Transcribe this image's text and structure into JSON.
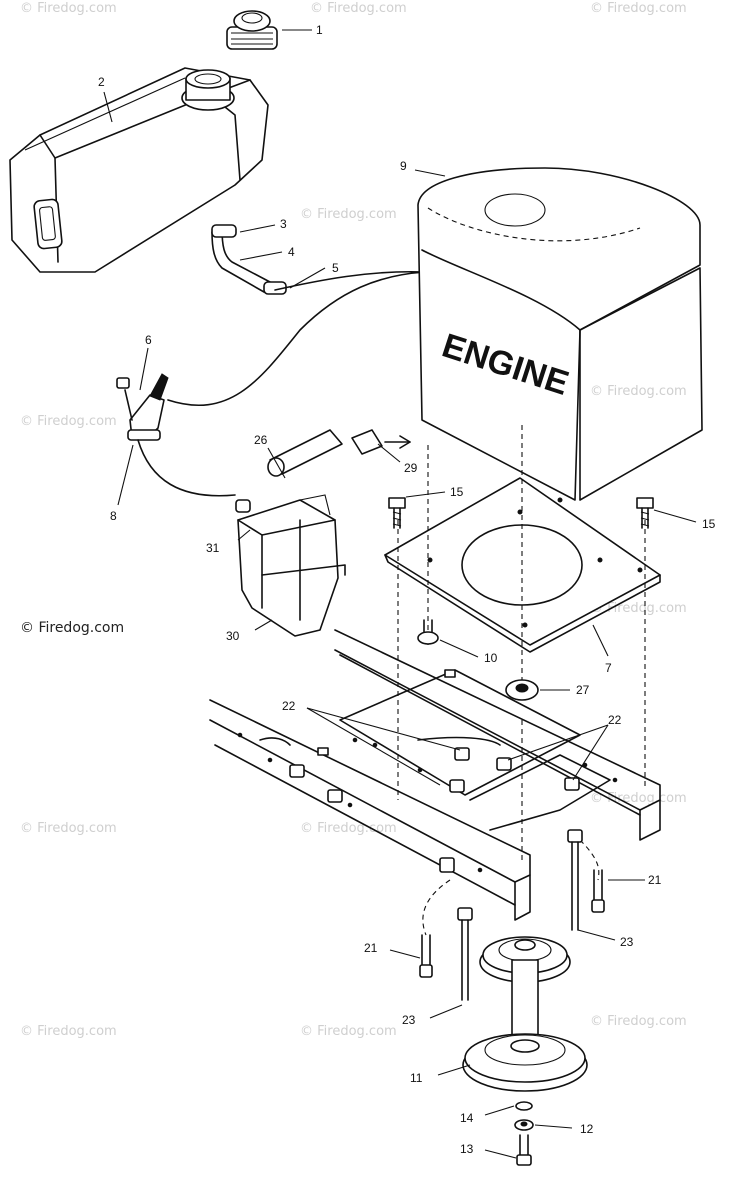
{
  "engine_label": "ENGINE",
  "watermark": "© Firedog.com",
  "callouts": [
    {
      "id": "c1",
      "text": "1"
    },
    {
      "id": "c2",
      "text": "2"
    },
    {
      "id": "c3",
      "text": "3"
    },
    {
      "id": "c4",
      "text": "4"
    },
    {
      "id": "c5",
      "text": "5"
    },
    {
      "id": "c6",
      "text": "6"
    },
    {
      "id": "c8",
      "text": "8"
    },
    {
      "id": "c9",
      "text": "9"
    },
    {
      "id": "c26",
      "text": "26"
    },
    {
      "id": "c29",
      "text": "29"
    },
    {
      "id": "c15a",
      "text": "15"
    },
    {
      "id": "c15b",
      "text": "15"
    },
    {
      "id": "c31",
      "text": "31"
    },
    {
      "id": "c30",
      "text": "30"
    },
    {
      "id": "c10",
      "text": "10"
    },
    {
      "id": "c7",
      "text": "7"
    },
    {
      "id": "c27",
      "text": "27"
    },
    {
      "id": "c22a",
      "text": "22"
    },
    {
      "id": "c22b",
      "text": "22"
    },
    {
      "id": "c21a",
      "text": "21"
    },
    {
      "id": "c21b",
      "text": "21"
    },
    {
      "id": "c23a",
      "text": "23"
    },
    {
      "id": "c23b",
      "text": "23"
    },
    {
      "id": "c11",
      "text": "11"
    },
    {
      "id": "c14",
      "text": "14"
    },
    {
      "id": "c12",
      "text": "12"
    },
    {
      "id": "c13",
      "text": "13"
    }
  ]
}
